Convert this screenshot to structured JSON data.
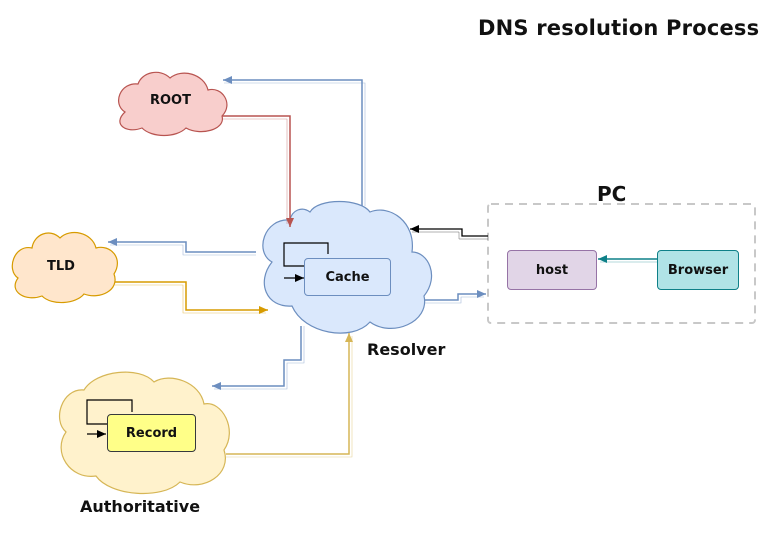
{
  "title": "DNS resolution Process",
  "pc": {
    "label": "PC"
  },
  "nodes": {
    "root": "ROOT",
    "tld": "TLD",
    "resolver": "Resolver",
    "cache": "Cache",
    "authoritative": "Authoritative",
    "record": "Record",
    "host": "host",
    "browser": "Browser"
  },
  "colors": {
    "root_fill": "#f8cecc",
    "root_stroke": "#b85450",
    "tld_fill": "#ffe6cc",
    "tld_stroke": "#d79b00",
    "resolver_fill": "#dae8fc",
    "resolver_stroke": "#6c8ebf",
    "auth_fill": "#fff2cc",
    "auth_stroke": "#d6b656",
    "record_fill": "#ffff88",
    "host_fill": "#e1d5e7",
    "browser_fill": "#b0e3e6",
    "browser_edge": "#0e8088"
  }
}
